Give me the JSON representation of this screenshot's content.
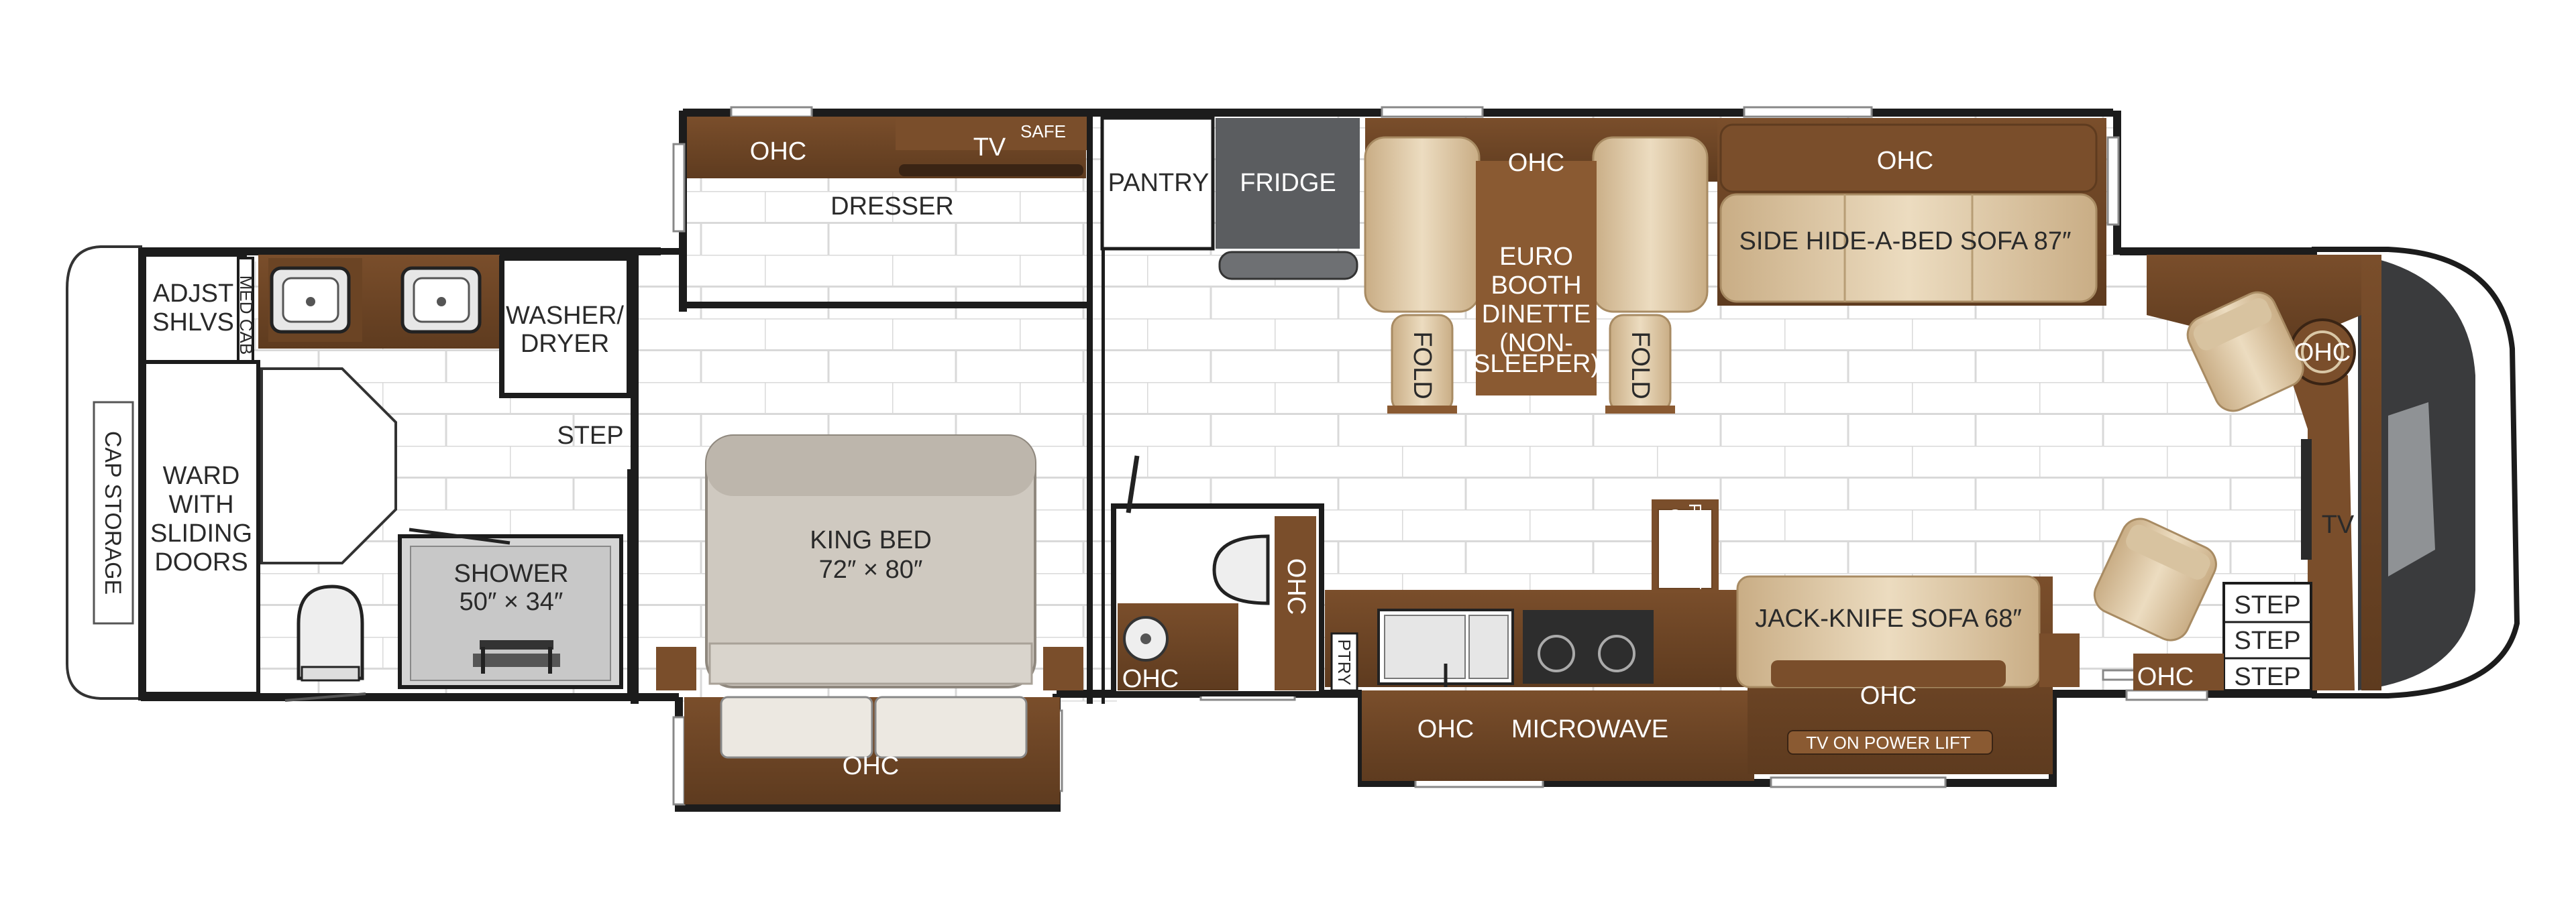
{
  "labels": {
    "ohc": "OHC",
    "tv": "TV",
    "safe": "SAFE",
    "dresser": "DRESSER",
    "pantry": "PANTRY",
    "fridge": "FRIDGE",
    "euro_booth_1": "EURO",
    "euro_booth_2": "BOOTH",
    "euro_booth_3": "DINETTE",
    "euro_booth_4": "(NON-",
    "euro_booth_5": "SLEEPER)",
    "fold": "FOLD",
    "side_sofa": "SIDE HIDE-A-BED SOFA 87″",
    "adjst_1": "ADJST",
    "adjst_2": "SHLVS",
    "med_cab": "MED CAB",
    "washer_1": "WASHER/",
    "washer_2": "DRYER",
    "step": "STEP",
    "ward_1": "WARD",
    "ward_2": "WITH",
    "ward_3": "SLIDING",
    "ward_4": "DOORS",
    "cap_storage": "CAP STORAGE",
    "shower_1": "SHOWER",
    "shower_2": "50″ × 34″",
    "king_1": "KING BED",
    "king_2": "72″ × 80″",
    "pull_out_1": "PULL-OUT",
    "pull_out_2": "CABINET",
    "ptry": "PTRY",
    "microwave": "MICROWAVE",
    "jack_sofa": "JACK-KNIFE SOFA 68″",
    "tv_lift": "TV ON POWER LIFT"
  },
  "colors": {
    "wall": "#1c1c1c",
    "wood_dark": "#6b4424",
    "wood_mid": "#8a5a32",
    "leather": "#d8c3a0",
    "leather_light": "#ead9bd",
    "fridge": "#5b5d60",
    "floor_line": "#d9d9d9",
    "bed": "#cfc9c0"
  }
}
